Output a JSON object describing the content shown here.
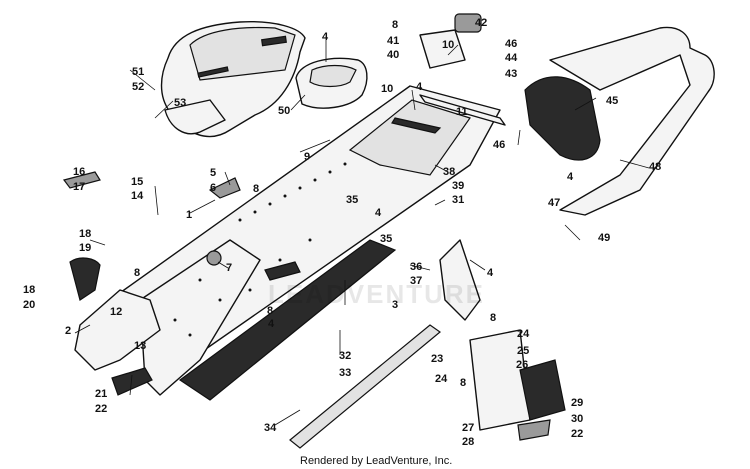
{
  "diagram": {
    "credit": "Rendered by LeadVenture, Inc.",
    "watermark": "LEADVENTURE",
    "callouts": [
      "51",
      "52",
      "53",
      "4",
      "50",
      "8",
      "41",
      "40",
      "42",
      "10",
      "46",
      "44",
      "43",
      "45",
      "10",
      "4",
      "11",
      "9",
      "5",
      "6",
      "8",
      "38",
      "39",
      "31",
      "16",
      "17",
      "15",
      "14",
      "1",
      "35",
      "4",
      "18",
      "19",
      "7",
      "35",
      "36",
      "37",
      "4",
      "18",
      "20",
      "8",
      "12",
      "3",
      "2",
      "8",
      "4",
      "13",
      "32",
      "33",
      "8",
      "24",
      "25",
      "23",
      "24",
      "26",
      "8",
      "21",
      "22",
      "34",
      "27",
      "28",
      "29",
      "30",
      "22",
      "46",
      "48",
      "4",
      "47",
      "49"
    ]
  }
}
